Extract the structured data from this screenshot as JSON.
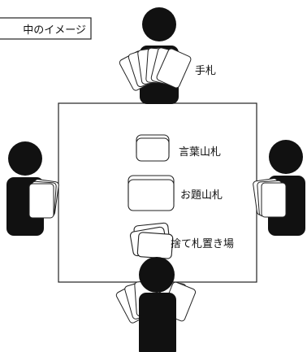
{
  "caption": "中のイメージ",
  "labels": {
    "hand": "手札",
    "word_deck": "言葉山札",
    "topic_deck": "お題山札",
    "discard": "捨て札置き場"
  },
  "colors": {
    "figure": "#111111",
    "card_fill": "#ffffff",
    "card_stroke": "#222222",
    "table_stroke": "#222222"
  }
}
